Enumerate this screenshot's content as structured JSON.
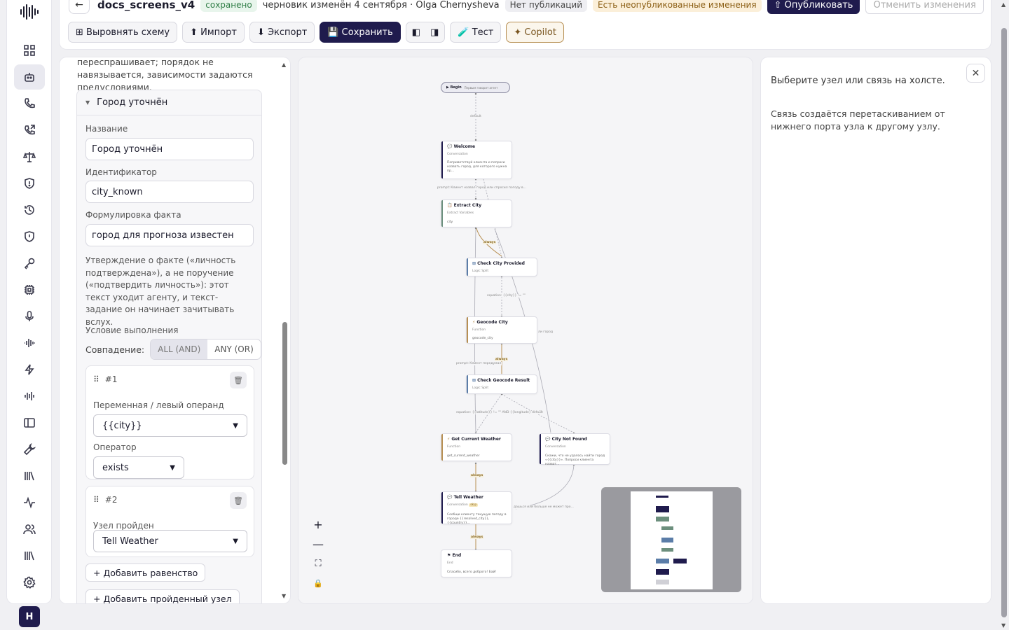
{
  "topbar": {
    "doc_title": "docs_screens_v4",
    "saved_badge": "сохранено",
    "draft_meta": "черновик изменён 4 сентября · Olga Chernysheva",
    "no_publications": "Нет публикаций",
    "unpublished": "Есть неопубликованные изменения",
    "publish": "⇧ Опубликовать",
    "revert": "Отменить изменения"
  },
  "toolbar": {
    "align": "⊞ Выровнять схему",
    "import": "⬆ Импорт",
    "export": "⬇ Экспорт",
    "save": "💾 Сохранить",
    "test": "🧪 Тест",
    "copilot": "✦ Copilot"
  },
  "left": {
    "intro": "переспрашивает; порядок не навязывается, зависимости задаются предусловиями.",
    "card_title": "Город уточнён",
    "name_label": "Название",
    "name_value": "Город уточнён",
    "id_label": "Идентификатор",
    "id_value": "city_known",
    "fact_label": "Формулировка факта",
    "fact_value": "город для прогноза известен",
    "help": "Утверждение о факте («личность подтверждена»), а не поручение («подтвердить личность»): этот текст уходит агенту, и текст-задание он начинает зачитывать вслух.",
    "condition_label": "Условие выполнения",
    "match_label": "Совпадение:",
    "match_all": "ALL (AND)",
    "match_any": "ANY (OR)",
    "cond1": {
      "num": "#1",
      "var_label": "Переменная / левый операнд",
      "var_value": "{{city}}",
      "op_label": "Оператор",
      "op_value": "exists"
    },
    "cond2": {
      "num": "#2",
      "node_label": "Узел пройден",
      "node_value": "Tell Weather"
    },
    "add_equality": "+ Добавить равенство",
    "add_visited": "+ Добавить пройденный узел"
  },
  "canvas": {
    "begin": {
      "label": "▶ Begin",
      "sub": "Первым говорит агент"
    },
    "edge_default_1": "default",
    "edge_prompt_1": "prompt: Клиент назвал город или спросил погоду в...",
    "edge_always_1": "always",
    "edge_equation_1": "equation: {{city}} != \"\"",
    "edge_city_right": "ли город",
    "edge_always_2": "always",
    "edge_prompt_2": "prompt: Клиент передумал",
    "edge_equation_2": "equation: {{latitude}} != \"\" AND {{longitude}} != \"\"",
    "edge_default_2": "default",
    "edge_always_3": "always",
    "edge_tail": "дашься или больше не может про...",
    "edge_always_4": "always",
    "nodes": {
      "welcome": {
        "title": "Welcome",
        "type": "Conversation",
        "desc": "Поприветствуй клиента и попроси назвать город, для которого нужна пр..."
      },
      "extract": {
        "title": "Extract City",
        "type": "Extract Variables",
        "desc": "city"
      },
      "check_city": {
        "title": "Check City Provided",
        "type": "Logic Split"
      },
      "geocode": {
        "title": "Geocode City",
        "type": "Function",
        "desc": "geocode_city"
      },
      "check_geo": {
        "title": "Check Geocode Result",
        "type": "Logic Split"
      },
      "weather": {
        "title": "Get Current Weather",
        "type": "Function",
        "desc": "get_current_weather"
      },
      "notfound": {
        "title": "City Not Found",
        "type": "Conversation",
        "desc": "Скажи, что не удалось найти город «{{city}}». Попроси клиента назват..."
      },
      "tell": {
        "title": "Tell Weather",
        "type": "Conversation",
        "tag": "skip",
        "desc": "Сообщи клиенту текущую погоду в городе {{resolved_city}}, {{country}}..."
      },
      "end": {
        "title": "End",
        "type": "End",
        "desc": "Спасибо, всего доброго! Бай!"
      }
    },
    "zoom_in": "+",
    "zoom_out": "—",
    "fit": "⛶",
    "lock": "🔒"
  },
  "right": {
    "title": "Выберите узел или связь на холсте.",
    "text": "Связь создаётся перетаскиванием от нижнего порта узла к другому узлу.",
    "close": "✕"
  },
  "user_initial": "H",
  "colors": {
    "primary": "#1f1b4d",
    "conversation": "#1f1b4d",
    "function": "#b78f52",
    "logic": "#5b7da8",
    "extract": "#6c8f7d"
  }
}
